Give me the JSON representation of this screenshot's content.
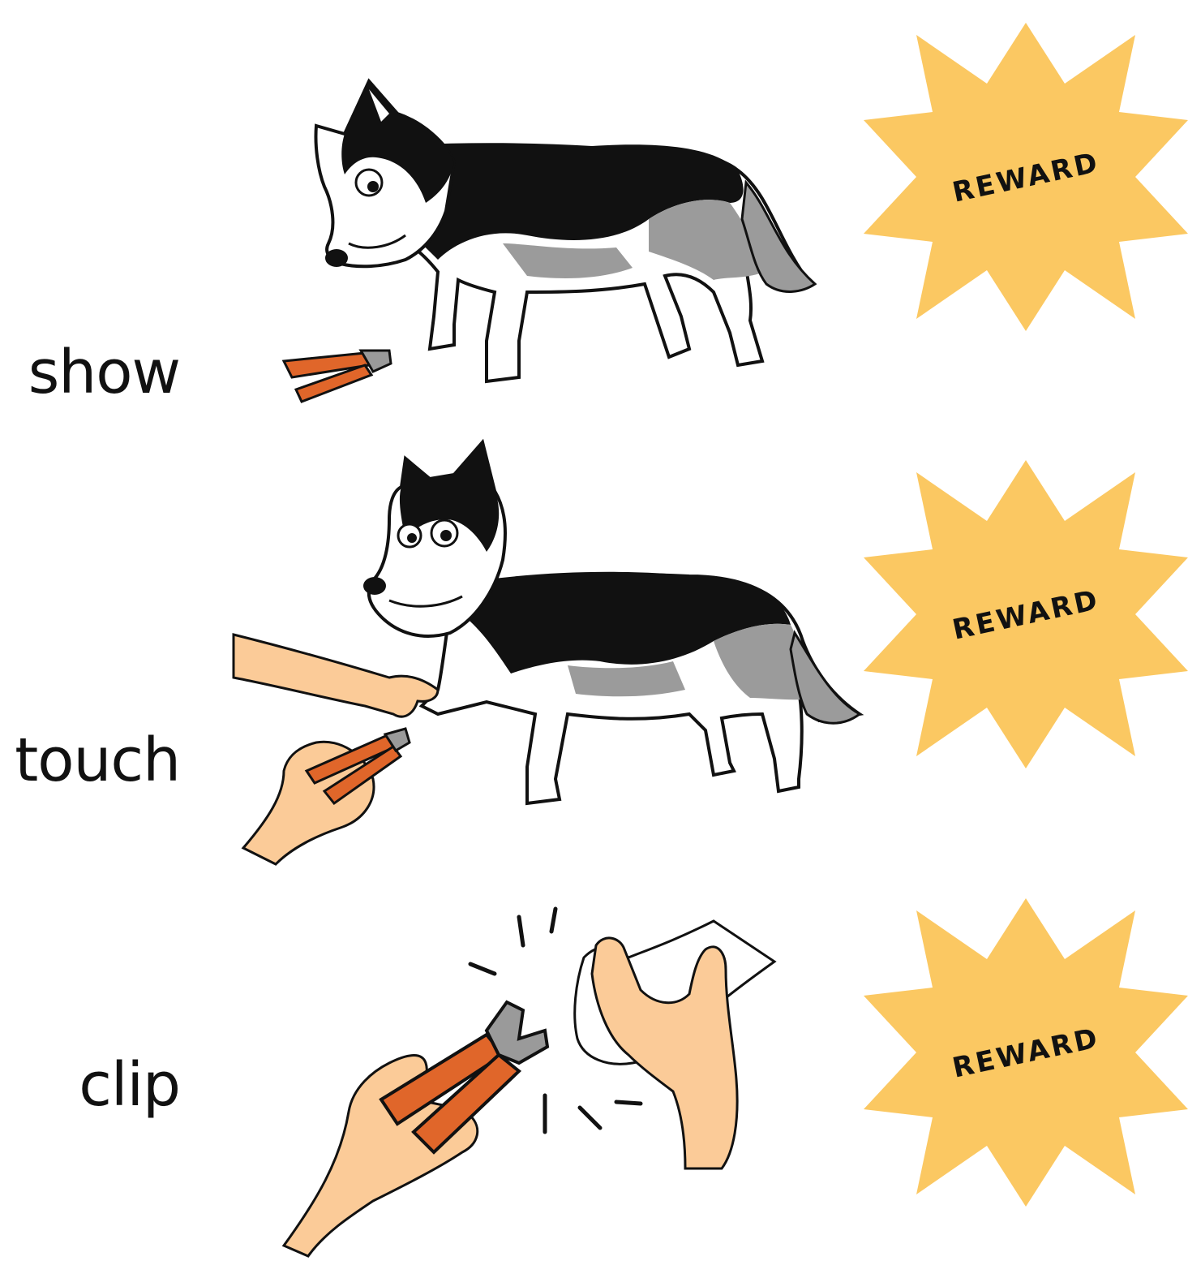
{
  "steps": [
    {
      "label": "show",
      "badge": "REWARD"
    },
    {
      "label": "touch",
      "badge": "REWARD"
    },
    {
      "label": "clip",
      "badge": "REWARD"
    }
  ],
  "colors": {
    "burst": "#FBC862",
    "clipper_handle": "#E0662A",
    "clipper_blade": "#9A9A9A",
    "skin": "#FBCB98",
    "fur_black": "#111111",
    "fur_gray": "#9B9B9B",
    "fur_white": "#FFFFFF"
  },
  "icons": [
    "husky-dog-icon",
    "nail-clipper-icon",
    "hand-icon",
    "reward-burst-icon",
    "dog-paw-icon"
  ]
}
